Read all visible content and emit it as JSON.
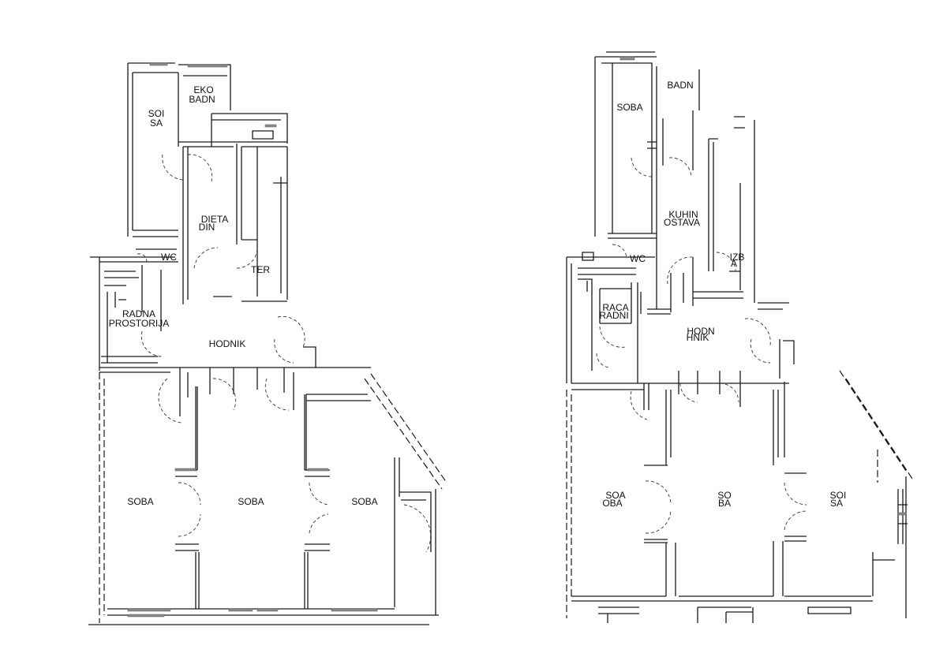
{
  "plans": [
    {
      "rooms": [
        {
          "id": "l-bad-top",
          "lines": [
            "EKO",
            "BADN"
          ]
        },
        {
          "id": "l-soba-top",
          "lines": [
            "SOI",
            "SA"
          ]
        },
        {
          "id": "l-dieta",
          "lines": [
            "DIETA",
            "DIN"
          ]
        },
        {
          "id": "l-wc",
          "lines": [
            "WC"
          ]
        },
        {
          "id": "l-ter",
          "lines": [
            "TER"
          ]
        },
        {
          "id": "l-hodnik",
          "lines": [
            "HODNIK"
          ]
        },
        {
          "id": "l-radna",
          "lines": [
            "RADNA",
            "PROSTORIJA"
          ]
        },
        {
          "id": "l-soba-1",
          "lines": [
            "SOBA"
          ]
        },
        {
          "id": "l-soba-2",
          "lines": [
            "SOBA"
          ]
        },
        {
          "id": "l-soba-3",
          "lines": [
            "SOBA"
          ]
        }
      ]
    },
    {
      "rooms": [
        {
          "id": "r-bad-top",
          "lines": [
            "BADN"
          ]
        },
        {
          "id": "r-soba-top",
          "lines": [
            "SOBA"
          ]
        },
        {
          "id": "r-kuhinja",
          "lines": [
            "KUHIN",
            "OSTAVA"
          ]
        },
        {
          "id": "r-wc",
          "lines": [
            "WC"
          ]
        },
        {
          "id": "r-izba",
          "lines": [
            "IZB",
            "A"
          ]
        },
        {
          "id": "r-radna",
          "lines": [
            "RACA",
            "RADNI"
          ]
        },
        {
          "id": "r-hodnik",
          "lines": [
            "HODN",
            "HNIK"
          ]
        },
        {
          "id": "r-soba-1",
          "lines": [
            "SOA",
            "OBA"
          ]
        },
        {
          "id": "r-soba-2",
          "lines": [
            "SO",
            "BA"
          ]
        },
        {
          "id": "r-soba-3",
          "lines": [
            "SOI",
            "SA"
          ]
        }
      ]
    }
  ]
}
